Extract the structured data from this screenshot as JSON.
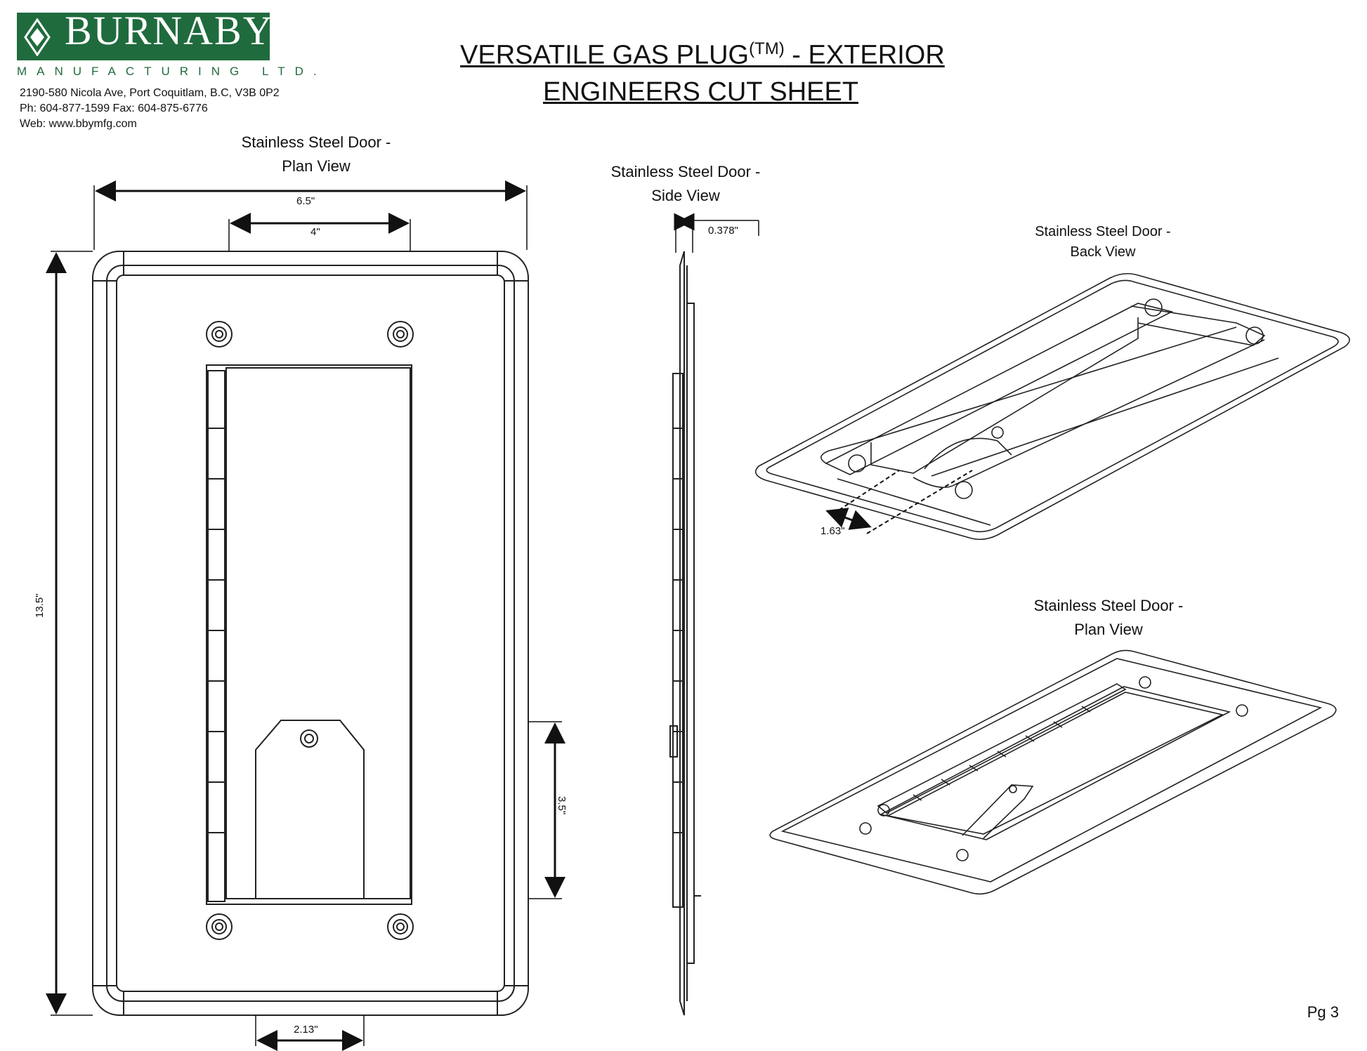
{
  "company": {
    "logo_letters": "BURNABY",
    "logo_sub": "MANUFACTURING LTD.",
    "address": "2190-580 Nicola Ave, Port Coquitlam, B.C, V3B 0P2",
    "phone_fax": "Ph: 604-877-1599  Fax: 604-875-6776",
    "web": "Web: www.bbymfg.com",
    "brand_color": "#1f6b3d"
  },
  "title": {
    "line1_main": "VERSATILE GAS PLUG",
    "line1_tm": "(TM)",
    "line1_end": " - EXTERIOR",
    "line2": "ENGINEERS CUT SHEET"
  },
  "views": {
    "plan_left": {
      "line1": "Stainless Steel Door -",
      "line2": "Plan View"
    },
    "side": {
      "line1": "Stainless Steel Door -",
      "line2": "Side View"
    },
    "back": {
      "line1": "Stainless Steel Door -",
      "line2": "Back View"
    },
    "plan_right": {
      "line1": "Stainless Steel Door -",
      "line2": "Plan View"
    }
  },
  "dimensions": {
    "overall_width": "6.5\"",
    "opening_width": "4\"",
    "overall_height": "13.5\"",
    "tab_height": "3.5\"",
    "tab_width": "2.13\"",
    "thickness": "0.378\"",
    "back_depth": "1.63\""
  },
  "page": "Pg 3"
}
